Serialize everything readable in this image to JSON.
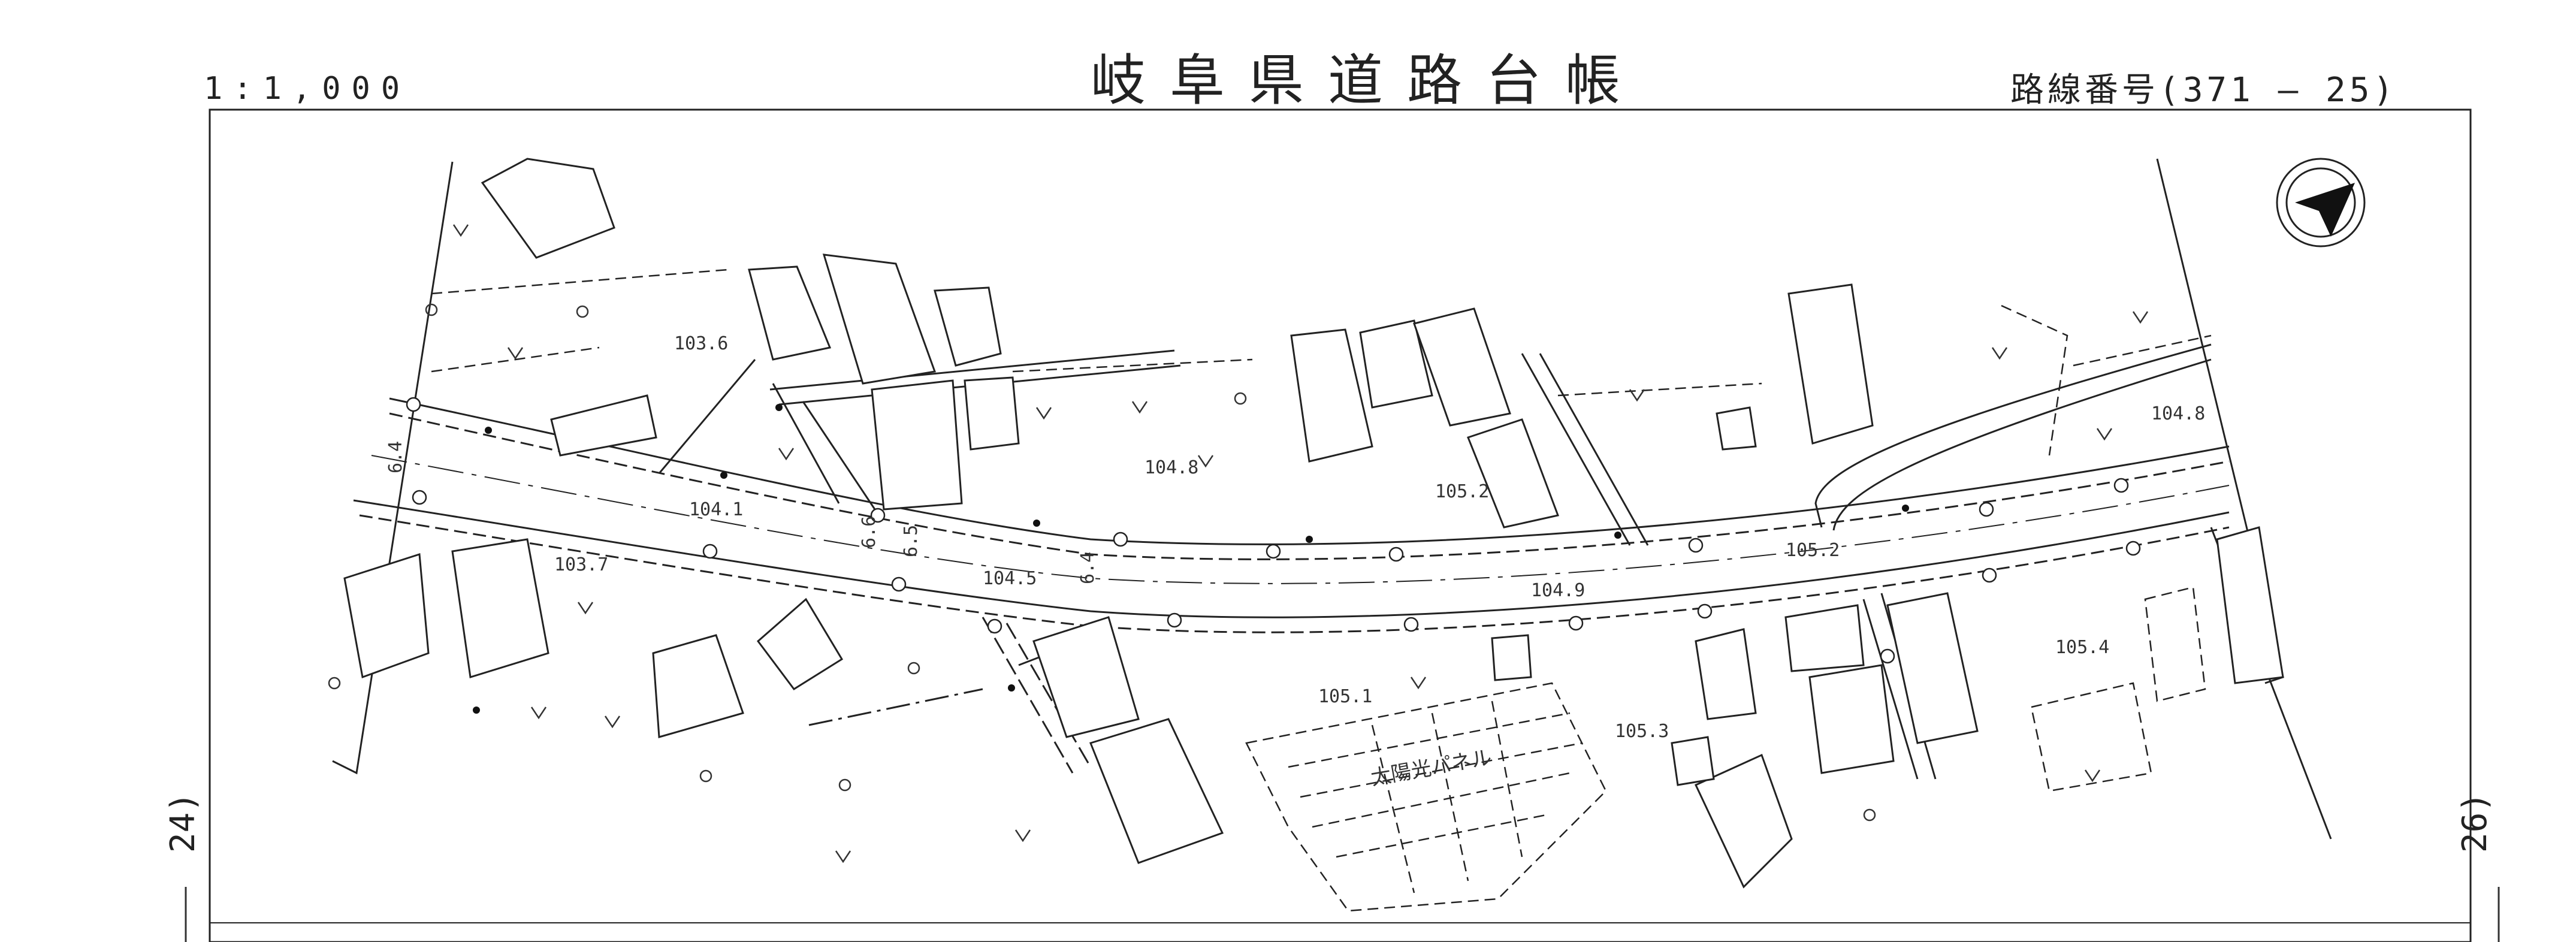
{
  "header": {
    "title": "岐阜県道路台帳",
    "scale": "1:1,000",
    "route_number": "路線番号(371 — 25)"
  },
  "adjacent_sheets": {
    "left": "24)",
    "right": "26)"
  },
  "map": {
    "elevation_points": [
      "103.6",
      "104.1",
      "103.7",
      "104.5",
      "104.8",
      "105.2",
      "104.9",
      "105.1",
      "105.3",
      "105.2",
      "105.4",
      "104.8"
    ],
    "width_labels": [
      "6.4",
      "6.6",
      "6.5",
      "6.4"
    ],
    "facility_label": "太陽光パネル",
    "north_arrow": "north-arrow-icon"
  }
}
